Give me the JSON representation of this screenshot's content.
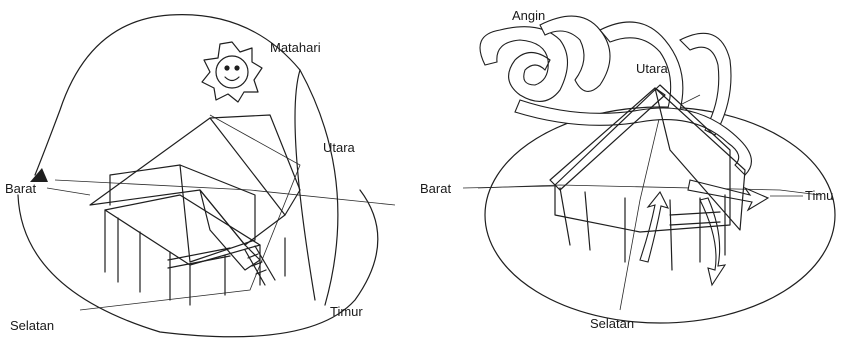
{
  "left_diagram": {
    "labels": {
      "sun": "Matahari",
      "north": "Utara",
      "west": "Barat",
      "south": "Selatan",
      "east": "Timur"
    },
    "icons": [
      "sun-icon",
      "house-icon",
      "arrow-icon"
    ]
  },
  "right_diagram": {
    "labels": {
      "wind": "Angin",
      "north": "Utara",
      "west": "Barat",
      "south": "Selatan",
      "east": "Timu"
    },
    "icons": [
      "house-icon",
      "wind-arrow-icon"
    ]
  }
}
